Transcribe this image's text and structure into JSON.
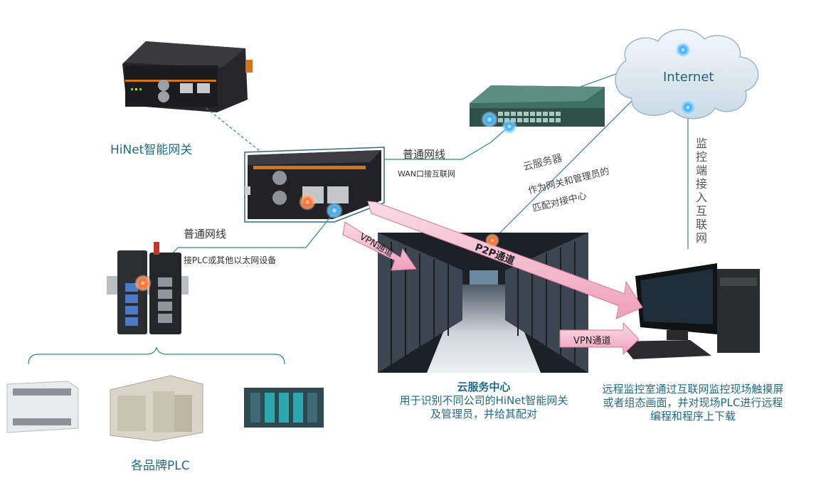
{
  "colors": {
    "connector": "#2e8a86",
    "caption_text": "#1f6b86",
    "arrow_fill": "#f3b4c9",
    "arrow_stroke": "#d8799c",
    "dot_orange": "#ff6a2a",
    "dot_blue": "#2f9fe8"
  },
  "labels": {
    "hinet_gateway": "HiNet智能网关",
    "cable_top": "普通网线",
    "wan_note": "WAN口接互联网",
    "cable_left": "普通网线",
    "plc_note": "接PLC或其他以太网设备",
    "plc_brands": "各品牌PLC",
    "internet": "Internet",
    "cloud_server": "云服务器",
    "cloud_server_note_1": "作为网关和管理员的",
    "cloud_server_note_2": "匹配对接中心",
    "monitor_internet": "监控端接入互联网"
  },
  "arrows": {
    "vpn_left": "VPN通道",
    "p2p": "P2P通道",
    "vpn_right": "VPN通道"
  },
  "captions": {
    "cloud_center_title": "云服务中心",
    "cloud_center_line1": "用于识别不同公司的HiNet智能网关",
    "cloud_center_line2": "及管理员，并给其配对",
    "remote_line1": "远程监控室通过互联网监控现场触摸屏",
    "remote_line2": "或者组态画面，并对现场PLC进行远程",
    "remote_line3": "编程和程序上下载"
  },
  "icons": [
    "hinet-gateway-device",
    "network-switch",
    "internet-cloud",
    "server-room",
    "desktop-computer",
    "industrial-switch",
    "plc-device"
  ]
}
